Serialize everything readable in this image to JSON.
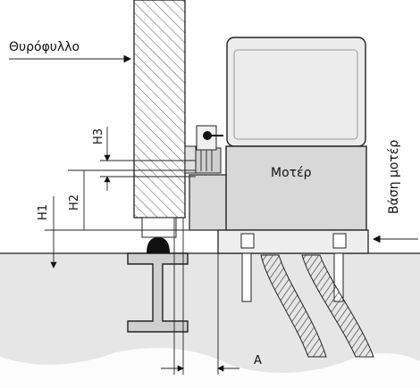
{
  "labels": {
    "door_leaf": "Θυρόφυλλο",
    "motor": "Μοτέρ",
    "motor_base": "Βάση μοτέρ",
    "dim_h1": "H1",
    "dim_h2": "H2",
    "dim_h3": "H3",
    "dim_a": "A"
  },
  "colors": {
    "ground": "#e4e4e4",
    "motor_body": "#dcdcdc",
    "motor_cover": "#ececec",
    "line": "#222222"
  }
}
